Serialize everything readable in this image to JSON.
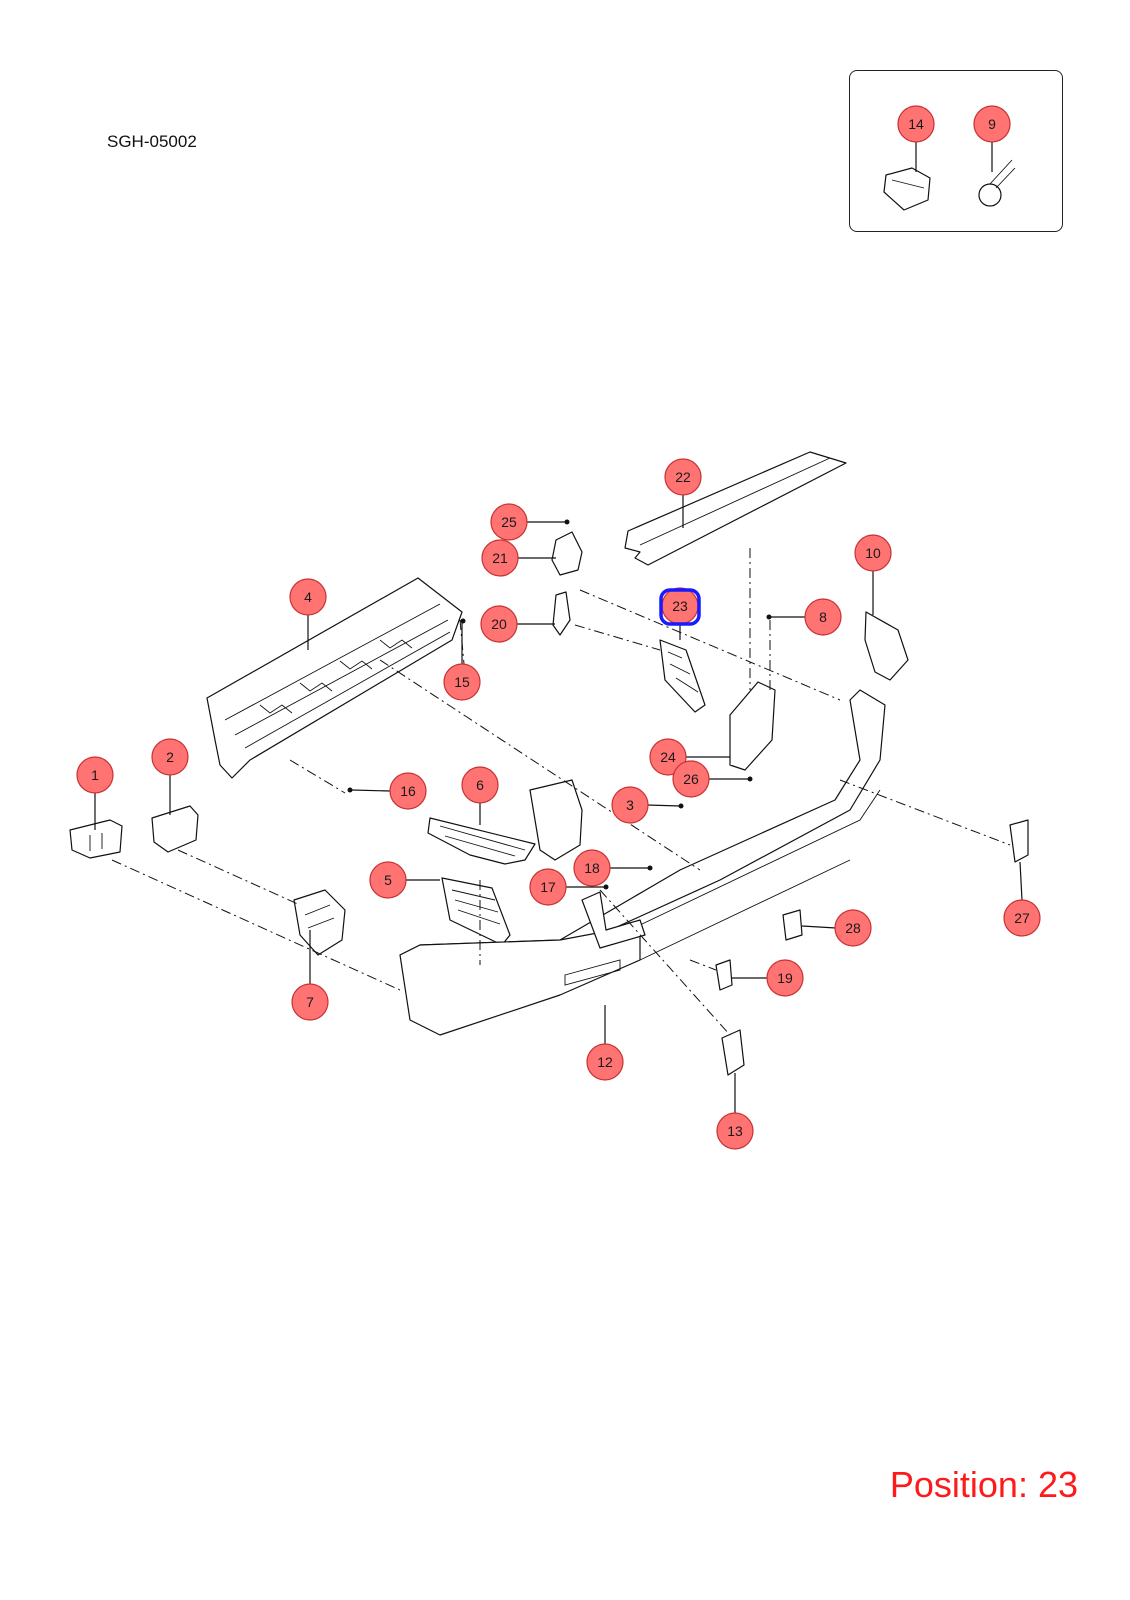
{
  "diagram_code": "SGH-05002",
  "position_label": "Position: 23",
  "highlighted_callout": "23",
  "colors": {
    "callout_fill": "#ff7373",
    "highlight_ring": "#1a1aff",
    "position_text": "#ff1a1a"
  },
  "callouts": [
    {
      "label": "1"
    },
    {
      "label": "2"
    },
    {
      "label": "3"
    },
    {
      "label": "4"
    },
    {
      "label": "5"
    },
    {
      "label": "6"
    },
    {
      "label": "7"
    },
    {
      "label": "8"
    },
    {
      "label": "9"
    },
    {
      "label": "10"
    },
    {
      "label": "12"
    },
    {
      "label": "13"
    },
    {
      "label": "14"
    },
    {
      "label": "15"
    },
    {
      "label": "16"
    },
    {
      "label": "17"
    },
    {
      "label": "18"
    },
    {
      "label": "19"
    },
    {
      "label": "20"
    },
    {
      "label": "21"
    },
    {
      "label": "22"
    },
    {
      "label": "23"
    },
    {
      "label": "24"
    },
    {
      "label": "25"
    },
    {
      "label": "26"
    },
    {
      "label": "27"
    },
    {
      "label": "28"
    }
  ]
}
